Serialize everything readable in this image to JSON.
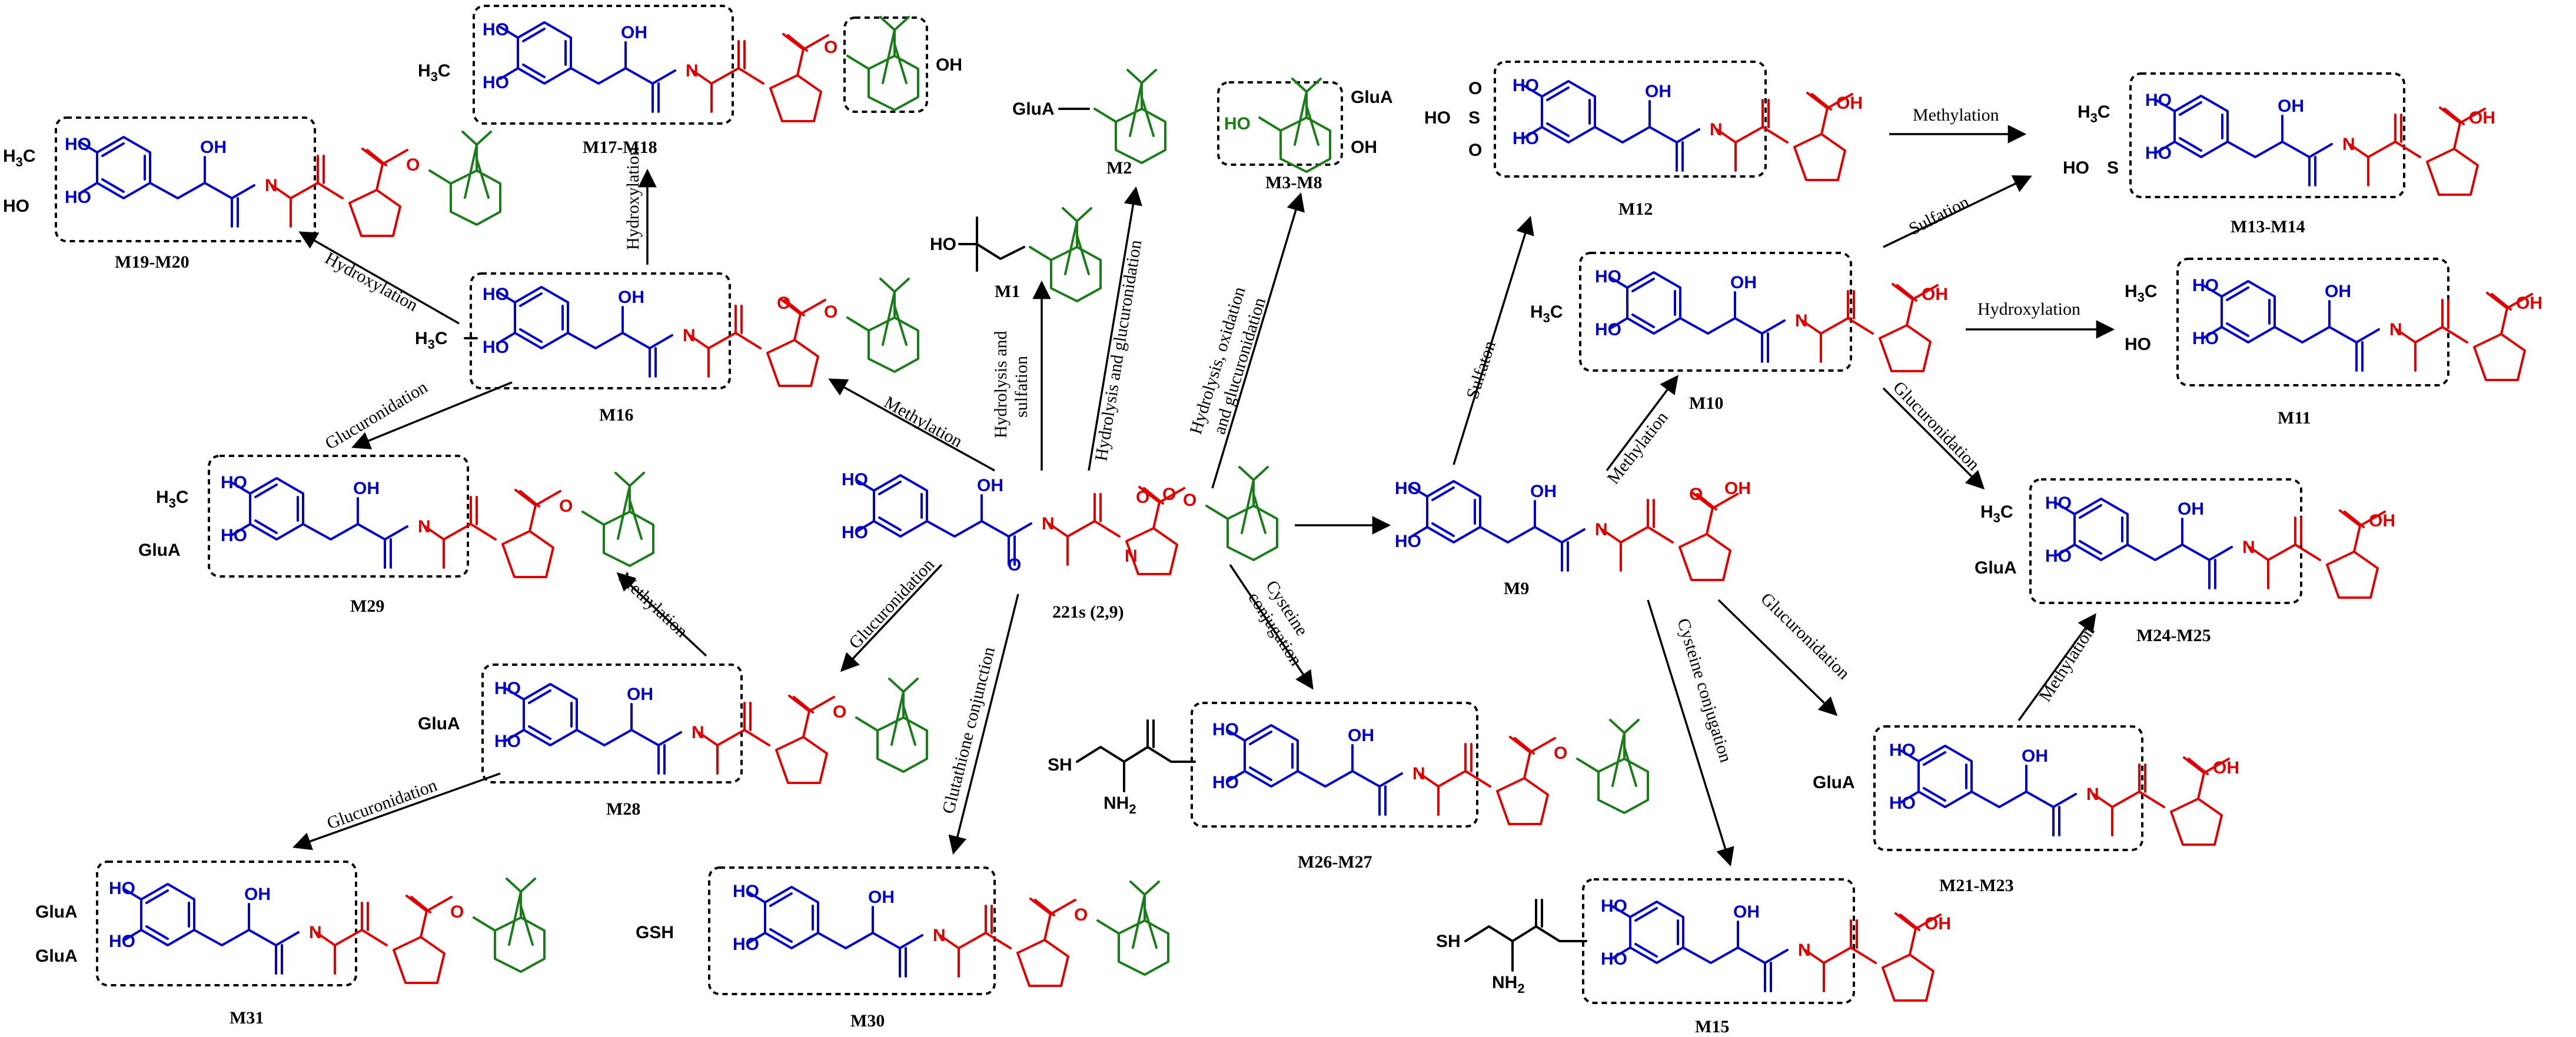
{
  "parent": {
    "label": "221s (2,9)"
  },
  "compounds": {
    "M1": "M1",
    "M2": "M2",
    "M3": "M3-M8",
    "M9": "M9",
    "M10": "M10",
    "M11": "M11",
    "M12": "M12",
    "M13": "M13-M14",
    "M15": "M15",
    "M16": "M16",
    "M17": "M17-M18",
    "M19": "M19-M20",
    "M21": "M21-M23",
    "M24": "M24-M25",
    "M26": "M26-M27",
    "M28": "M28",
    "M29": "M29",
    "M30": "M30",
    "M31": "M31"
  },
  "reactions": {
    "methylation": "Methylation",
    "hydroxylation": "Hydroxylation",
    "glucuronidation": "Glucuronidation",
    "sulfation": "Sulfation",
    "sulfaton": "Sulfaton",
    "hydrolysis_sulfation_1": "Hydrolysis and",
    "hydrolysis_sulfation_2": "sulfation",
    "hydrolysis_glucuronidation": "Hydrolysis and glucuronidation",
    "hos_1": "Hydrolysis, oxidation",
    "hos_2": "and glucuronidation",
    "cysteine_1": "Cysteine",
    "cysteine_2": "conjugation",
    "cysteine_conjugation": "Cysteine conjugation",
    "glutathione": "Glutathione conjunction"
  },
  "substituents": {
    "methyl": "H3C",
    "hydroxy": "HO",
    "hydroxy_r": "OH",
    "glucuronide": "GluA",
    "sulfate_oh": "HO",
    "sulfate_s": "S",
    "sulfate_o": "O",
    "glutathione": "GSH",
    "cysteine_sh": "SH",
    "cysteine_nh2": "NH2"
  },
  "atoms": {
    "ho": "HO",
    "oh": "OH",
    "nh": "N",
    "h": "H",
    "n": "N",
    "o": "O"
  }
}
